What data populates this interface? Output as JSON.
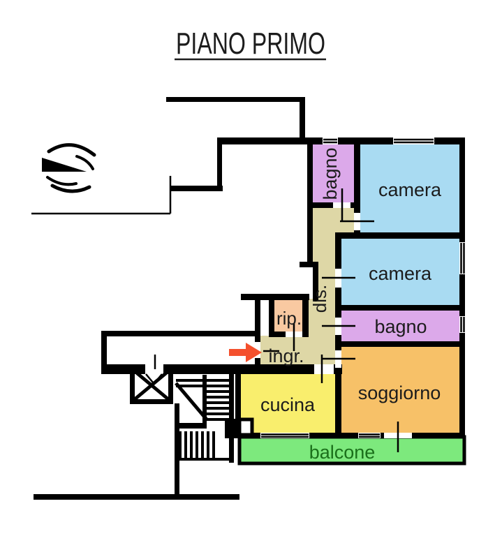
{
  "title": {
    "text": "PIANO PRIMO"
  },
  "floorplan": {
    "colors": {
      "wall": "#000000",
      "label_text": "#1c1c1c",
      "entrance_arrow": "#f4502d"
    },
    "rooms": {
      "bagno1": {
        "label": "bagno",
        "fill": "#dca9ea"
      },
      "camera1": {
        "label": "camera",
        "fill": "#a9dbf2"
      },
      "camera2": {
        "label": "camera",
        "fill": "#a9dbf2"
      },
      "bagno2": {
        "label": "bagno",
        "fill": "#dca9ea"
      },
      "soggiorno": {
        "label": "soggiorno",
        "fill": "#f7c168"
      },
      "cucina": {
        "label": "cucina",
        "fill": "#f9ee6d"
      },
      "balcone": {
        "label": "balcone",
        "fill": "#7de97d",
        "label_color": "#1b701b"
      },
      "rip": {
        "label": "rip.",
        "fill": "#f9c9a1"
      },
      "dis": {
        "label": "dis.",
        "fill": "#ded7a6"
      },
      "ingr": {
        "label": "ingr.",
        "fill": "#ded7a6"
      }
    }
  }
}
